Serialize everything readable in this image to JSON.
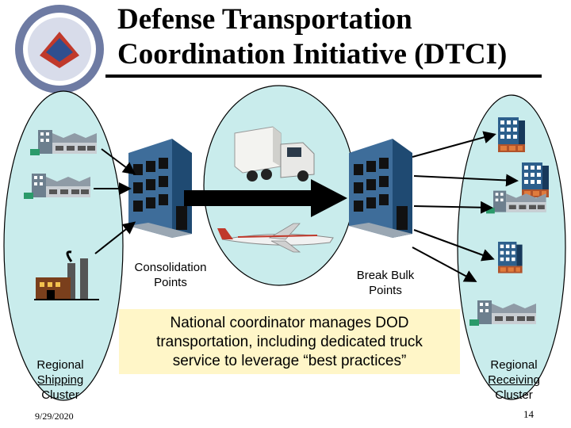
{
  "title": {
    "line1": "Defense Transportation",
    "line2": "Coordination Initiative (DTCI)"
  },
  "labels": {
    "consolidation_line1": "Consolidation",
    "consolidation_line2": "Points",
    "break_bulk_line1": "Break Bulk",
    "break_bulk_line2": "Points",
    "shipping_line1": "Regional",
    "shipping_line2": "Shipping",
    "shipping_line3": "Cluster",
    "receiving_line1": "Regional",
    "receiving_line2": "Receiving",
    "receiving_line3": "Cluster"
  },
  "note": {
    "line1": "National coordinator manages DOD",
    "line2": "transportation, including dedicated truck",
    "line3": "service to leverage “best practices”"
  },
  "footer": {
    "date": "9/29/2020",
    "page": "14"
  },
  "colors": {
    "cluster_fill": "#c9ecec",
    "building_blue": "#2d5f8c",
    "note_fill": "#fff6c8",
    "arrow": "#000000"
  },
  "icons": [
    "seal-logo",
    "warehouse-icon",
    "factory-icon",
    "office-building-icon",
    "truck-icon",
    "airplane-icon"
  ]
}
